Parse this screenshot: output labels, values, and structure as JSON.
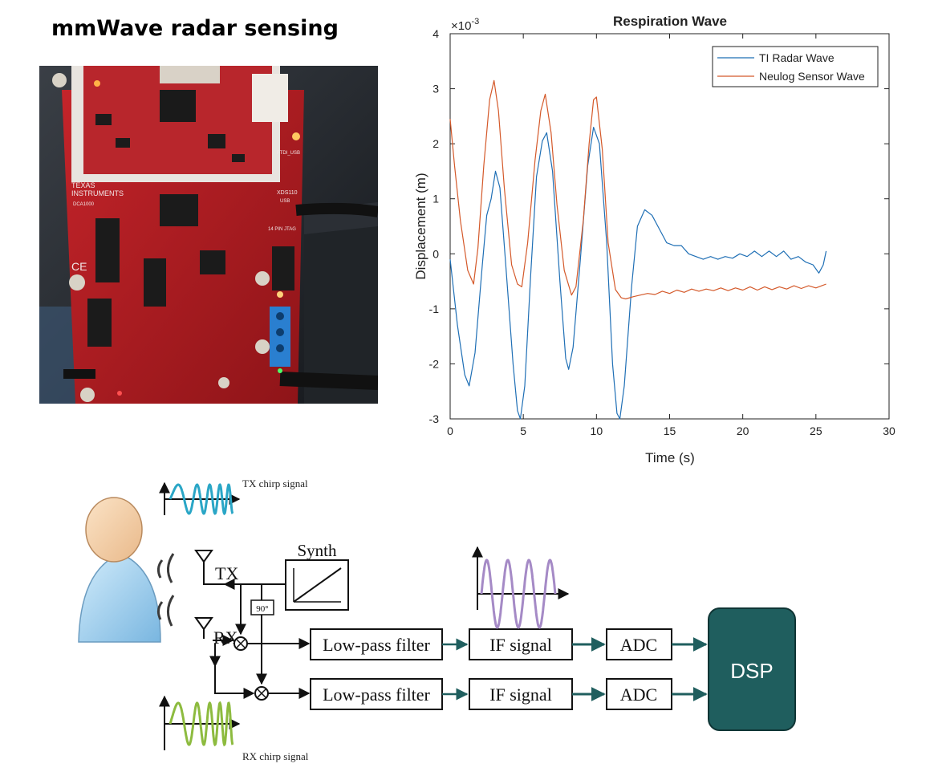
{
  "page": {
    "title": "mmWave radar sensing"
  },
  "photo": {
    "board_text": {
      "brand_line1": "TEXAS",
      "brand_line2": "INSTRUMENTS",
      "model": "DCA1000",
      "debugger": "XDS110",
      "usb": "USB",
      "ftdi": "FTDI_USB",
      "jtag": "14 PIN JTAG",
      "ce": "CE"
    }
  },
  "chart_data": {
    "type": "line",
    "title": "Respiration Wave",
    "xlabel": "Time (s)",
    "ylabel": "Displacement (m)",
    "y_multiplier": "×10",
    "y_multiplier_exp": "-3",
    "xlim": [
      0,
      30
    ],
    "ylim": [
      -3,
      4
    ],
    "xticks": [
      0,
      5,
      10,
      15,
      20,
      25,
      30
    ],
    "yticks": [
      -3,
      -2,
      -1,
      0,
      1,
      2,
      3,
      4
    ],
    "grid": false,
    "legend_position": "top-right",
    "series": [
      {
        "name": "TI Radar Wave",
        "color": "#1f6fb5",
        "points": [
          [
            0,
            -0.1
          ],
          [
            0.5,
            -1.3
          ],
          [
            1,
            -2.2
          ],
          [
            1.3,
            -2.4
          ],
          [
            1.7,
            -1.8
          ],
          [
            2.2,
            -0.2
          ],
          [
            2.5,
            0.7
          ],
          [
            2.8,
            1.0
          ],
          [
            3.1,
            1.5
          ],
          [
            3.4,
            1.2
          ],
          [
            3.8,
            -0.2
          ],
          [
            4.3,
            -2.0
          ],
          [
            4.6,
            -2.85
          ],
          [
            4.8,
            -3.0
          ],
          [
            5.1,
            -2.4
          ],
          [
            5.5,
            -0.4
          ],
          [
            5.9,
            1.4
          ],
          [
            6.3,
            2.05
          ],
          [
            6.6,
            2.2
          ],
          [
            7.0,
            1.5
          ],
          [
            7.5,
            -0.5
          ],
          [
            7.9,
            -1.9
          ],
          [
            8.1,
            -2.1
          ],
          [
            8.4,
            -1.7
          ],
          [
            8.9,
            -0.1
          ],
          [
            9.4,
            1.6
          ],
          [
            9.8,
            2.3
          ],
          [
            10.2,
            2.0
          ],
          [
            10.7,
            0.2
          ],
          [
            11.1,
            -2.0
          ],
          [
            11.4,
            -2.9
          ],
          [
            11.6,
            -3.0
          ],
          [
            11.9,
            -2.4
          ],
          [
            12.4,
            -0.6
          ],
          [
            12.8,
            0.5
          ],
          [
            13.3,
            0.8
          ],
          [
            13.8,
            0.7
          ],
          [
            14.3,
            0.45
          ],
          [
            14.8,
            0.2
          ],
          [
            15.3,
            0.15
          ],
          [
            15.8,
            0.15
          ],
          [
            16.3,
            0.0
          ],
          [
            16.8,
            -0.05
          ],
          [
            17.3,
            -0.1
          ],
          [
            17.8,
            -0.05
          ],
          [
            18.3,
            -0.1
          ],
          [
            18.8,
            -0.05
          ],
          [
            19.3,
            -0.08
          ],
          [
            19.8,
            0.0
          ],
          [
            20.3,
            -0.05
          ],
          [
            20.8,
            0.05
          ],
          [
            21.3,
            -0.05
          ],
          [
            21.8,
            0.05
          ],
          [
            22.3,
            -0.05
          ],
          [
            22.8,
            0.05
          ],
          [
            23.3,
            -0.1
          ],
          [
            23.8,
            -0.05
          ],
          [
            24.3,
            -0.15
          ],
          [
            24.8,
            -0.2
          ],
          [
            25.2,
            -0.35
          ],
          [
            25.5,
            -0.2
          ],
          [
            25.7,
            0.05
          ]
        ]
      },
      {
        "name": "Neulog Sensor Wave",
        "color": "#d4592a",
        "points": [
          [
            0,
            2.45
          ],
          [
            0.3,
            1.6
          ],
          [
            0.7,
            0.6
          ],
          [
            1.2,
            -0.3
          ],
          [
            1.6,
            -0.55
          ],
          [
            1.9,
            0.1
          ],
          [
            2.3,
            1.6
          ],
          [
            2.7,
            2.8
          ],
          [
            3.0,
            3.15
          ],
          [
            3.3,
            2.6
          ],
          [
            3.7,
            1.2
          ],
          [
            4.2,
            -0.2
          ],
          [
            4.6,
            -0.55
          ],
          [
            4.9,
            -0.6
          ],
          [
            5.3,
            0.2
          ],
          [
            5.8,
            1.7
          ],
          [
            6.2,
            2.6
          ],
          [
            6.5,
            2.9
          ],
          [
            6.9,
            2.2
          ],
          [
            7.3,
            0.9
          ],
          [
            7.8,
            -0.3
          ],
          [
            8.3,
            -0.75
          ],
          [
            8.6,
            -0.6
          ],
          [
            9.1,
            0.6
          ],
          [
            9.5,
            2.0
          ],
          [
            9.8,
            2.8
          ],
          [
            10.0,
            2.85
          ],
          [
            10.4,
            1.9
          ],
          [
            10.8,
            0.2
          ],
          [
            11.3,
            -0.65
          ],
          [
            11.7,
            -0.8
          ],
          [
            12.0,
            -0.82
          ],
          [
            12.5,
            -0.78
          ],
          [
            13.0,
            -0.75
          ],
          [
            13.5,
            -0.72
          ],
          [
            14.0,
            -0.74
          ],
          [
            14.5,
            -0.68
          ],
          [
            15.0,
            -0.72
          ],
          [
            15.5,
            -0.66
          ],
          [
            16.0,
            -0.7
          ],
          [
            16.5,
            -0.64
          ],
          [
            17.0,
            -0.68
          ],
          [
            17.5,
            -0.64
          ],
          [
            18.0,
            -0.67
          ],
          [
            18.5,
            -0.62
          ],
          [
            19.0,
            -0.67
          ],
          [
            19.5,
            -0.62
          ],
          [
            20.0,
            -0.66
          ],
          [
            20.5,
            -0.6
          ],
          [
            21.0,
            -0.66
          ],
          [
            21.5,
            -0.6
          ],
          [
            22.0,
            -0.65
          ],
          [
            22.5,
            -0.6
          ],
          [
            23.0,
            -0.64
          ],
          [
            23.5,
            -0.58
          ],
          [
            24.0,
            -0.63
          ],
          [
            24.5,
            -0.58
          ],
          [
            25.0,
            -0.62
          ],
          [
            25.4,
            -0.58
          ],
          [
            25.7,
            -0.55
          ]
        ]
      }
    ]
  },
  "diagram": {
    "tx_chirp_label": "TX chirp signal",
    "rx_chirp_label": "RX chirp signal",
    "tx_label": "TX",
    "rx_label": "RX",
    "synth_label": "Synth",
    "phase_label": "90°",
    "lpf_label": "Low-pass filter",
    "if_label": "IF signal",
    "adc_label": "ADC",
    "dsp_label": "DSP",
    "colors": {
      "tx_wave": "#2aa6c6",
      "rx_wave": "#8dbb3f",
      "if_wave": "#a58ac6",
      "dsp_fill": "#1f5e5e",
      "arrow": "#1f5e5e"
    }
  }
}
